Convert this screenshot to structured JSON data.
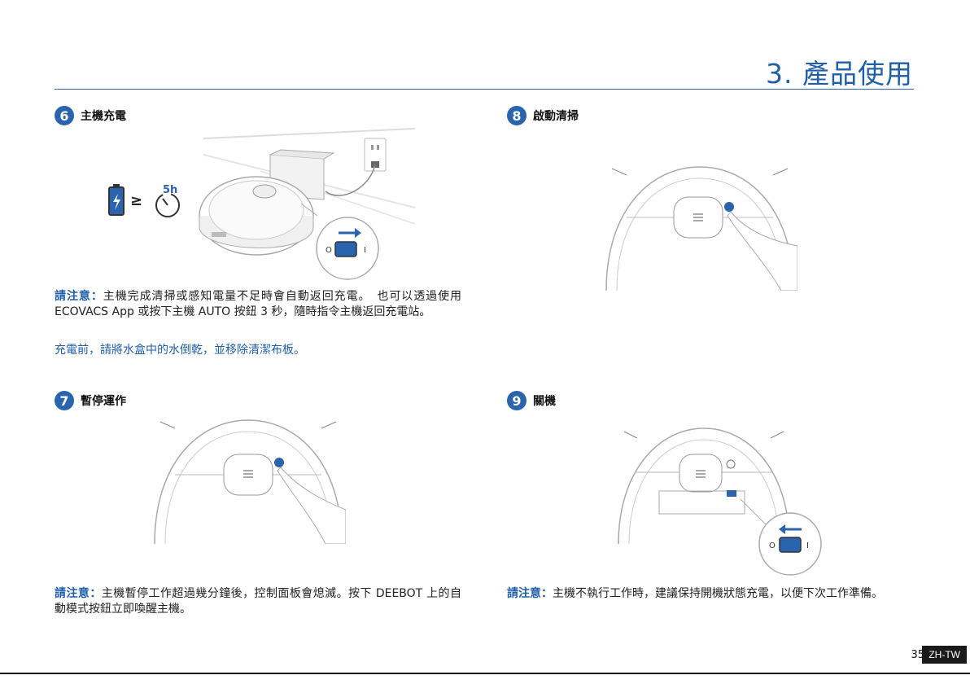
{
  "header": {
    "title": "3. 產品使用"
  },
  "sections": [
    {
      "num": "6",
      "title": "主機充電"
    },
    {
      "num": "7",
      "title": "暫停運作"
    },
    {
      "num": "8",
      "title": "啟動清掃"
    },
    {
      "num": "9",
      "title": "關機"
    }
  ],
  "illustrations": {
    "charge_time": "5h",
    "geq": "≥",
    "switch_off": "O",
    "switch_on": "I"
  },
  "notes": {
    "label": "請注意",
    "sep": "：",
    "charge_text": "主機完成清掃或感知電量不足時會自動返回充電。　也可以透過使用 ECOVACS App 或按下主機 AUTO 按鈕 3 秒，隨時指令主機返回充電站。",
    "charge_tip": "充電前，請將水盒中的水倒乾，並移除清潔布板。",
    "pause_text": "主機暫停工作超過幾分鐘後，控制面板會熄滅。按下 DEEBOT 上的自動模式按鈕立即喚醒主機。",
    "off_text": "主機不執行工作時，建議保持開機狀態充電，以便下次工作準備。"
  },
  "footer": {
    "page_number": "35",
    "lang": "ZH-TW"
  },
  "colors": {
    "accent": "#2a64ad",
    "title": "#1f5fa8"
  }
}
